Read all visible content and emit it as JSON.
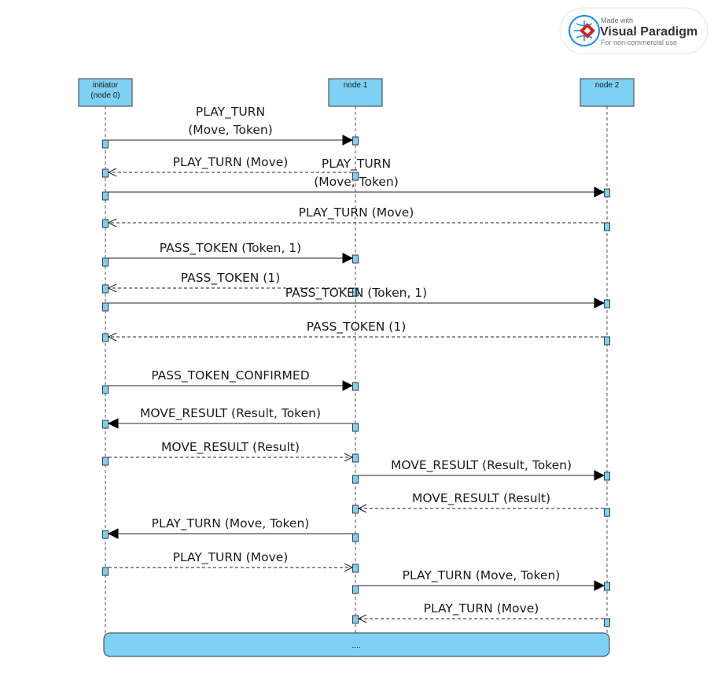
{
  "badge": {
    "line1": "Made with",
    "line2": "Visual Paradigm",
    "line3": "For non-commercial use"
  },
  "lifelines": [
    {
      "id": "initiator",
      "lines": [
        "initiator",
        "(node 0)"
      ]
    },
    {
      "id": "node1",
      "lines": [
        "node 1"
      ]
    },
    {
      "id": "node2",
      "lines": [
        "node 2"
      ]
    }
  ],
  "messages": [
    {
      "from": "initiator",
      "to": "node1",
      "kind": "call",
      "lines": [
        "PLAY_TURN",
        "(Move, Token)"
      ]
    },
    {
      "from": "node1",
      "to": "initiator",
      "kind": "reply",
      "lines": [
        "PLAY_TURN (Move)"
      ]
    },
    {
      "from": "initiator",
      "to": "node2",
      "kind": "call",
      "lines": [
        "PLAY_TURN",
        "(Move, Token)"
      ]
    },
    {
      "from": "node2",
      "to": "initiator",
      "kind": "reply",
      "lines": [
        "PLAY_TURN (Move)"
      ]
    },
    {
      "from": "initiator",
      "to": "node1",
      "kind": "call",
      "lines": [
        "PASS_TOKEN (Token, 1)"
      ]
    },
    {
      "from": "node1",
      "to": "initiator",
      "kind": "reply",
      "lines": [
        "PASS_TOKEN (1)"
      ]
    },
    {
      "from": "initiator",
      "to": "node2",
      "kind": "call",
      "lines": [
        "PASS_TOKEN (Token, 1)"
      ]
    },
    {
      "from": "node2",
      "to": "initiator",
      "kind": "reply",
      "lines": [
        "PASS_TOKEN (1)"
      ]
    },
    {
      "from": "initiator",
      "to": "node1",
      "kind": "call",
      "lines": [
        "PASS_TOKEN_CONFIRMED"
      ]
    },
    {
      "from": "node1",
      "to": "initiator",
      "kind": "call",
      "lines": [
        "MOVE_RESULT (Result, Token)"
      ]
    },
    {
      "from": "initiator",
      "to": "node1",
      "kind": "reply",
      "lines": [
        "MOVE_RESULT (Result)"
      ]
    },
    {
      "from": "node1",
      "to": "node2",
      "kind": "call",
      "lines": [
        "MOVE_RESULT (Result, Token)"
      ]
    },
    {
      "from": "node2",
      "to": "node1",
      "kind": "reply",
      "lines": [
        "MOVE_RESULT (Result)"
      ]
    },
    {
      "from": "node1",
      "to": "initiator",
      "kind": "call",
      "lines": [
        "PLAY_TURN (Move, Token)"
      ]
    },
    {
      "from": "initiator",
      "to": "node1",
      "kind": "reply",
      "lines": [
        "PLAY_TURN (Move)"
      ]
    },
    {
      "from": "node1",
      "to": "node2",
      "kind": "call",
      "lines": [
        "PLAY_TURN (Move, Token)"
      ]
    },
    {
      "from": "node2",
      "to": "node1",
      "kind": "reply",
      "lines": [
        "PLAY_TURN (Move)"
      ]
    }
  ],
  "continuation": {
    "label": "...."
  },
  "colors": {
    "fill": "#7fd0f2",
    "stroke": "#3a3a3a",
    "badge_red": "#c62828",
    "badge_blue": "#1e88e5"
  }
}
